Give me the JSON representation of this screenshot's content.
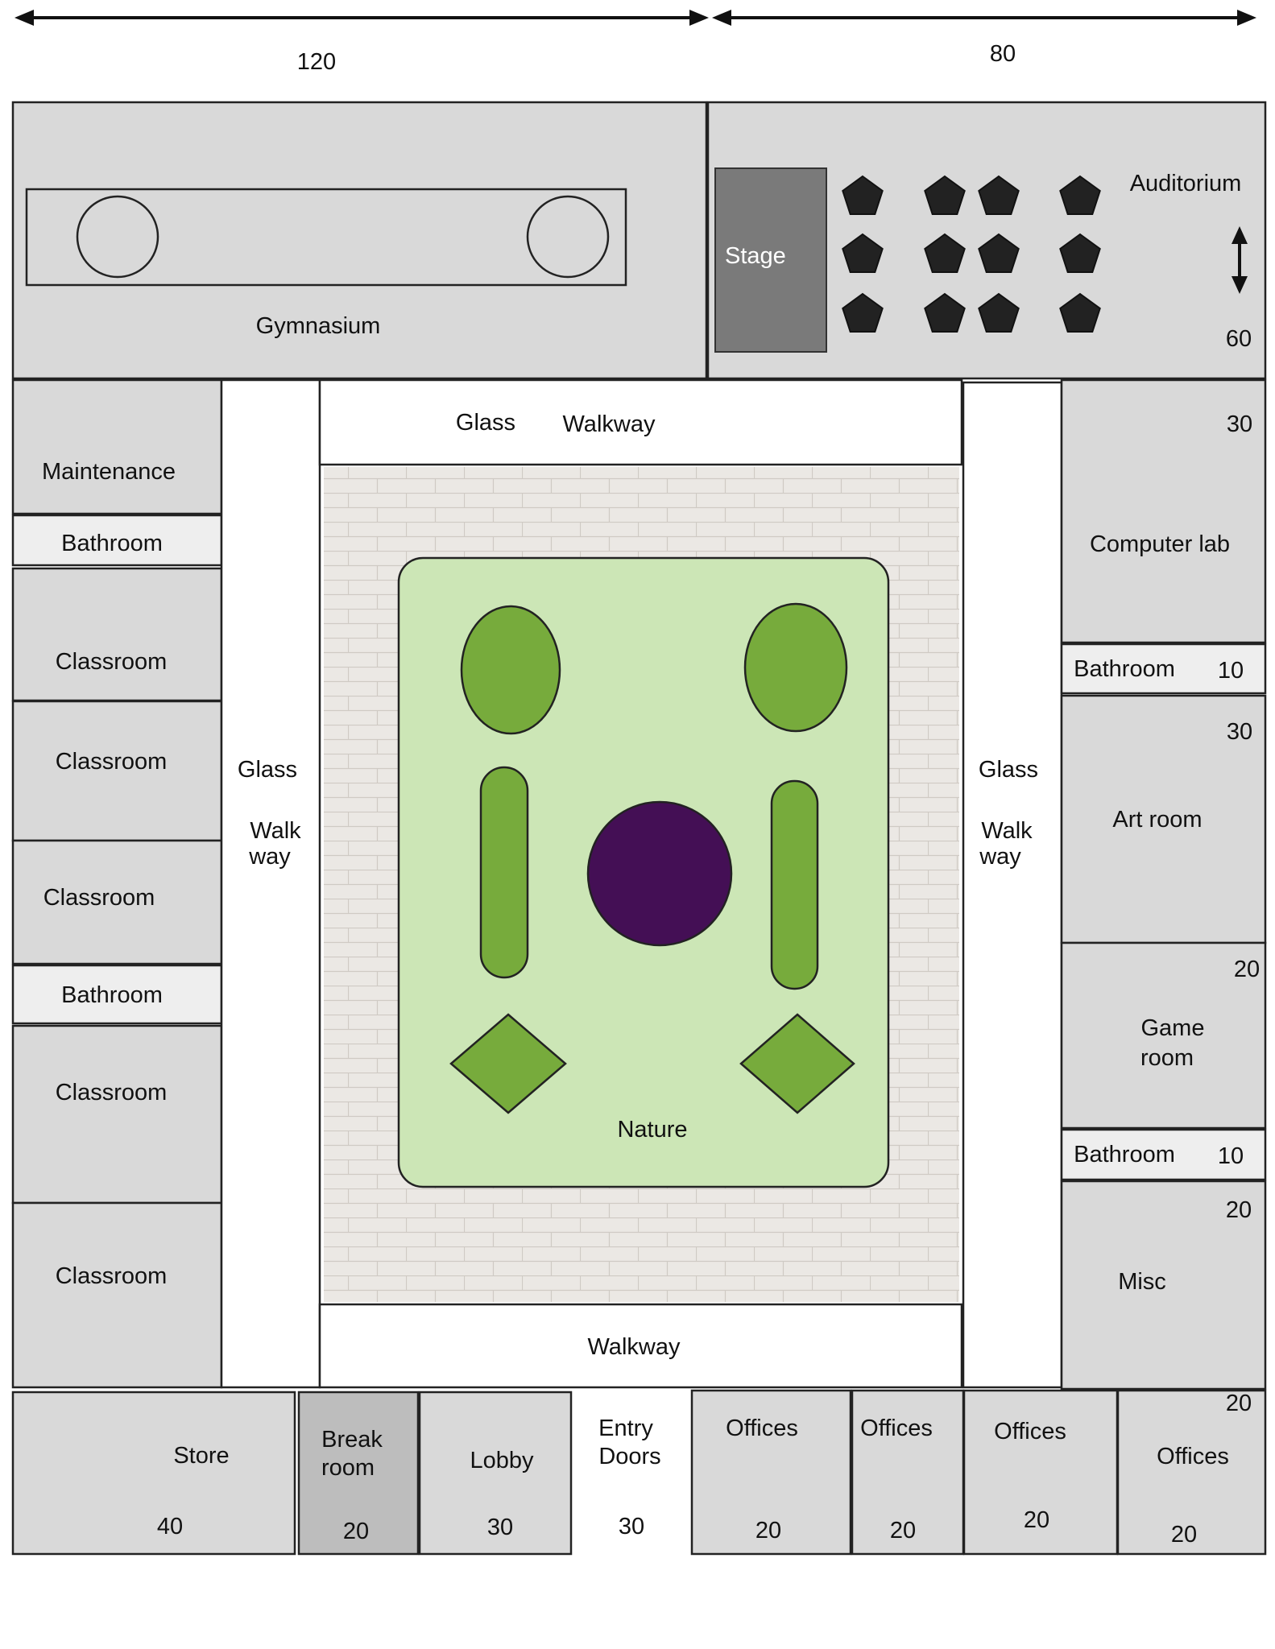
{
  "colors": {
    "room_fill": "#d9d9d9",
    "bathroom_fill": "#eeeeee",
    "break_room_fill": "#bdbdbd",
    "stage_fill": "#7a7a7a",
    "walkway_fill": "#ffffff",
    "tile_fill": "#ebe8e4",
    "garden_fill": "#cce6b6",
    "plant_fill": "#77ab3c",
    "fountain_fill": "#440f55",
    "seat_fill": "#222222"
  },
  "dimensions": {
    "top_left": "120",
    "top_right": "80",
    "auditorium_height": "60"
  },
  "top": {
    "gymnasium": "Gymnasium",
    "stage": "Stage",
    "auditorium": "Auditorium"
  },
  "left": {
    "maintenance": "Maintenance",
    "bathroom_1": "Bathroom",
    "classroom_1": "Classroom",
    "classroom_2": "Classroom",
    "classroom_3": "Classroom",
    "bathroom_2": "Bathroom",
    "classroom_4": "Classroom",
    "classroom_5": "Classroom"
  },
  "walkways": {
    "top_glass": "Glass",
    "top_walkway": "Walkway",
    "left_glass": "Glass",
    "left_walk": "Walk",
    "left_way": "way",
    "right_glass": "Glass",
    "right_walk": "Walk",
    "right_way": "way",
    "bottom_walkway": "Walkway"
  },
  "garden": {
    "label": "Nature"
  },
  "right": {
    "computer_lab": {
      "name": "Computer lab",
      "size": "30"
    },
    "bathroom_1": {
      "name": "Bathroom",
      "size": "10"
    },
    "art_room": {
      "name": "Art room",
      "size": "30"
    },
    "game_room": {
      "line1": "Game",
      "line2": "room",
      "size": "20"
    },
    "bathroom_2": {
      "name": "Bathroom",
      "size": "10"
    },
    "misc": {
      "name": "Misc",
      "size": "20"
    }
  },
  "bottom": {
    "store": {
      "name": "Store",
      "size": "40"
    },
    "break_room": {
      "line1": "Break",
      "line2": "room",
      "size": "20"
    },
    "lobby": {
      "name": "Lobby",
      "size": "30"
    },
    "entry": {
      "line1": "Entry",
      "line2": "Doors",
      "size": "30"
    },
    "offices_1": {
      "name": "Offices",
      "size": "20"
    },
    "offices_2": {
      "name": "Offices",
      "size": "20"
    },
    "offices_3": {
      "name": "Offices",
      "size": "20"
    },
    "offices_4": {
      "name": "Offices",
      "size": "20",
      "size_top": "20"
    }
  }
}
